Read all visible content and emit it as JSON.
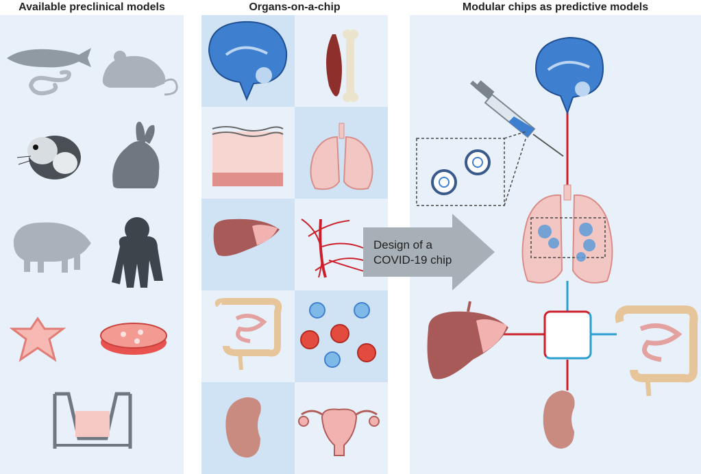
{
  "panels": {
    "left_title": "Available preclinical models",
    "middle_title": "Organs-on-a-chip",
    "right_title": "Modular chips as predictive models"
  },
  "arrow": {
    "line1": "Design of a",
    "line2": "COVID-19 chip"
  },
  "colors": {
    "panel_bg": "#e8f1fa",
    "cell_dark": "#cfe3f4",
    "brain_blue": "#3f7fd0",
    "vessel_red": "#cc1f2b",
    "link_blue": "#2a9fcf",
    "liver": "#a85a58",
    "lung": "#f2c6c3",
    "silhouette": "#8f9aa3",
    "arrow_gray": "#a7afb7"
  },
  "icons": {
    "left": [
      "zebrafish-icon",
      "worm-icon",
      "mouse-icon",
      "guinea-pig-icon",
      "rabbit-icon",
      "pig-icon",
      "chimpanzee-icon",
      "organoid-icon",
      "petri-dish-icon",
      "transwell-icon"
    ],
    "middle": [
      "brain-icon",
      "muscle-bone-icon",
      "skin-icon",
      "lung-icon",
      "liver-icon",
      "vasculature-icon",
      "intestine-icon",
      "immune-cells-icon",
      "kidney-icon",
      "uterus-icon"
    ],
    "right": [
      "syringe-icon",
      "virus-icon",
      "brain-icon",
      "lung-infected-icon",
      "liver-icon",
      "intestine-icon",
      "kidney-icon",
      "chip-connector-icon"
    ]
  }
}
